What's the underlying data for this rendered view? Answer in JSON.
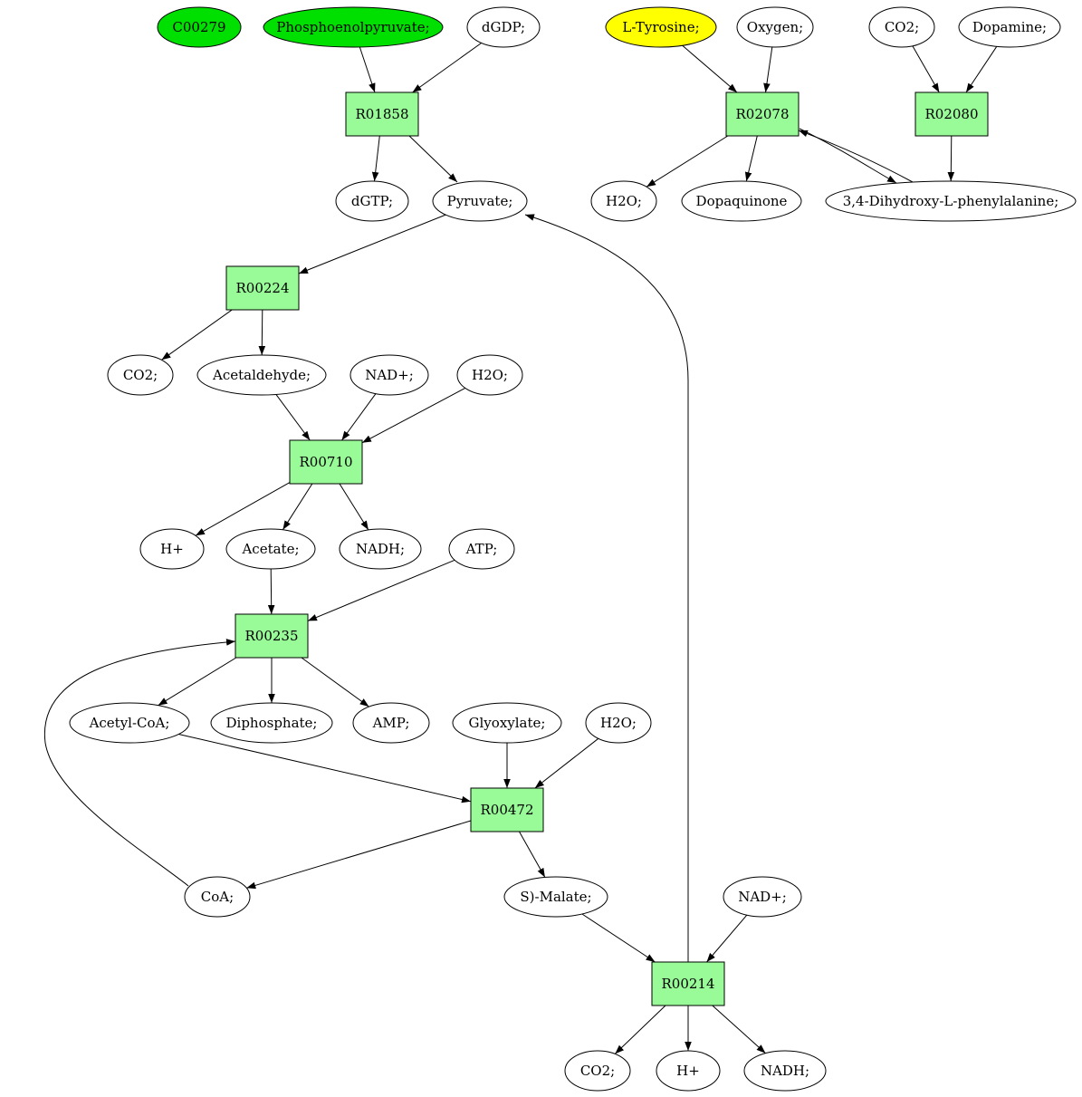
{
  "colors": {
    "reaction_fill": "#98fb98",
    "compound_fill": "#ffffff",
    "highlight_green": "#00e000",
    "highlight_yellow": "#ffff00",
    "stroke": "#000000"
  },
  "nodes": {
    "c00279": {
      "label": "C00279",
      "kind": "compound",
      "fill": "highlight_green"
    },
    "pep": {
      "label": "Phosphoenolpyruvate;",
      "kind": "compound",
      "fill": "highlight_green"
    },
    "dgdp": {
      "label": "dGDP;",
      "kind": "compound"
    },
    "ltyr": {
      "label": "L-Tyrosine;",
      "kind": "compound",
      "fill": "highlight_yellow"
    },
    "oxygen": {
      "label": "Oxygen;",
      "kind": "compound"
    },
    "co2_top": {
      "label": "CO2;",
      "kind": "compound"
    },
    "dopamine": {
      "label": "Dopamine;",
      "kind": "compound"
    },
    "r01858": {
      "label": "R01858",
      "kind": "reaction"
    },
    "r02078": {
      "label": "R02078",
      "kind": "reaction"
    },
    "r02080": {
      "label": "R02080",
      "kind": "reaction"
    },
    "dgtp": {
      "label": "dGTP;",
      "kind": "compound"
    },
    "pyruvate": {
      "label": "Pyruvate;",
      "kind": "compound"
    },
    "h2o_top": {
      "label": "H2O;",
      "kind": "compound"
    },
    "dopaquinone": {
      "label": "Dopaquinone",
      "kind": "compound"
    },
    "ldopa": {
      "label": "3,4-Dihydroxy-L-phenylalanine;",
      "kind": "compound"
    },
    "r00224": {
      "label": "R00224",
      "kind": "reaction"
    },
    "co2_a": {
      "label": "CO2;",
      "kind": "compound"
    },
    "acetaldehyde": {
      "label": "Acetaldehyde;",
      "kind": "compound"
    },
    "nad_a": {
      "label": "NAD+;",
      "kind": "compound"
    },
    "h2o_a": {
      "label": "H2O;",
      "kind": "compound"
    },
    "r00710": {
      "label": "R00710",
      "kind": "reaction"
    },
    "hplus_a": {
      "label": "H+",
      "kind": "compound"
    },
    "acetate": {
      "label": "Acetate;",
      "kind": "compound"
    },
    "nadh_a": {
      "label": "NADH;",
      "kind": "compound"
    },
    "atp": {
      "label": "ATP;",
      "kind": "compound"
    },
    "r00235": {
      "label": "R00235",
      "kind": "reaction"
    },
    "acetylcoa": {
      "label": "Acetyl-CoA;",
      "kind": "compound"
    },
    "diphosphate": {
      "label": "Diphosphate;",
      "kind": "compound"
    },
    "amp": {
      "label": "AMP;",
      "kind": "compound"
    },
    "glyoxylate": {
      "label": "Glyoxylate;",
      "kind": "compound"
    },
    "h2o_b": {
      "label": "H2O;",
      "kind": "compound"
    },
    "r00472": {
      "label": "R00472",
      "kind": "reaction"
    },
    "coa": {
      "label": "CoA;",
      "kind": "compound"
    },
    "smalate": {
      "label": "S)-Malate;",
      "kind": "compound"
    },
    "nad_b": {
      "label": "NAD+;",
      "kind": "compound"
    },
    "r00214": {
      "label": "R00214",
      "kind": "reaction"
    },
    "co2_b": {
      "label": "CO2;",
      "kind": "compound"
    },
    "hplus_b": {
      "label": "H+",
      "kind": "compound"
    },
    "nadh_b": {
      "label": "NADH;",
      "kind": "compound"
    }
  },
  "edges": [
    [
      "pep",
      "r01858"
    ],
    [
      "dgdp",
      "r01858"
    ],
    [
      "r01858",
      "dgtp"
    ],
    [
      "r01858",
      "pyruvate"
    ],
    [
      "ltyr",
      "r02078"
    ],
    [
      "oxygen",
      "r02078"
    ],
    [
      "r02078",
      "h2o_top"
    ],
    [
      "r02078",
      "dopaquinone"
    ],
    [
      "r02078",
      "ldopa"
    ],
    [
      "ldopa",
      "r02078"
    ],
    [
      "co2_top",
      "r02080"
    ],
    [
      "dopamine",
      "r02080"
    ],
    [
      "r02080",
      "ldopa"
    ],
    [
      "pyruvate",
      "r00224"
    ],
    [
      "r00224",
      "co2_a"
    ],
    [
      "r00224",
      "acetaldehyde"
    ],
    [
      "acetaldehyde",
      "r00710"
    ],
    [
      "nad_a",
      "r00710"
    ],
    [
      "h2o_a",
      "r00710"
    ],
    [
      "r00710",
      "hplus_a"
    ],
    [
      "r00710",
      "acetate"
    ],
    [
      "r00710",
      "nadh_a"
    ],
    [
      "acetate",
      "r00235"
    ],
    [
      "atp",
      "r00235"
    ],
    [
      "coa",
      "r00235"
    ],
    [
      "r00235",
      "acetylcoa"
    ],
    [
      "r00235",
      "diphosphate"
    ],
    [
      "r00235",
      "amp"
    ],
    [
      "acetylcoa",
      "r00472"
    ],
    [
      "glyoxylate",
      "r00472"
    ],
    [
      "h2o_b",
      "r00472"
    ],
    [
      "r00472",
      "coa"
    ],
    [
      "r00472",
      "smalate"
    ],
    [
      "smalate",
      "r00214"
    ],
    [
      "nad_b",
      "r00214"
    ],
    [
      "r00214",
      "co2_b"
    ],
    [
      "r00214",
      "hplus_b"
    ],
    [
      "r00214",
      "nadh_b"
    ],
    [
      "r00214",
      "pyruvate"
    ]
  ]
}
